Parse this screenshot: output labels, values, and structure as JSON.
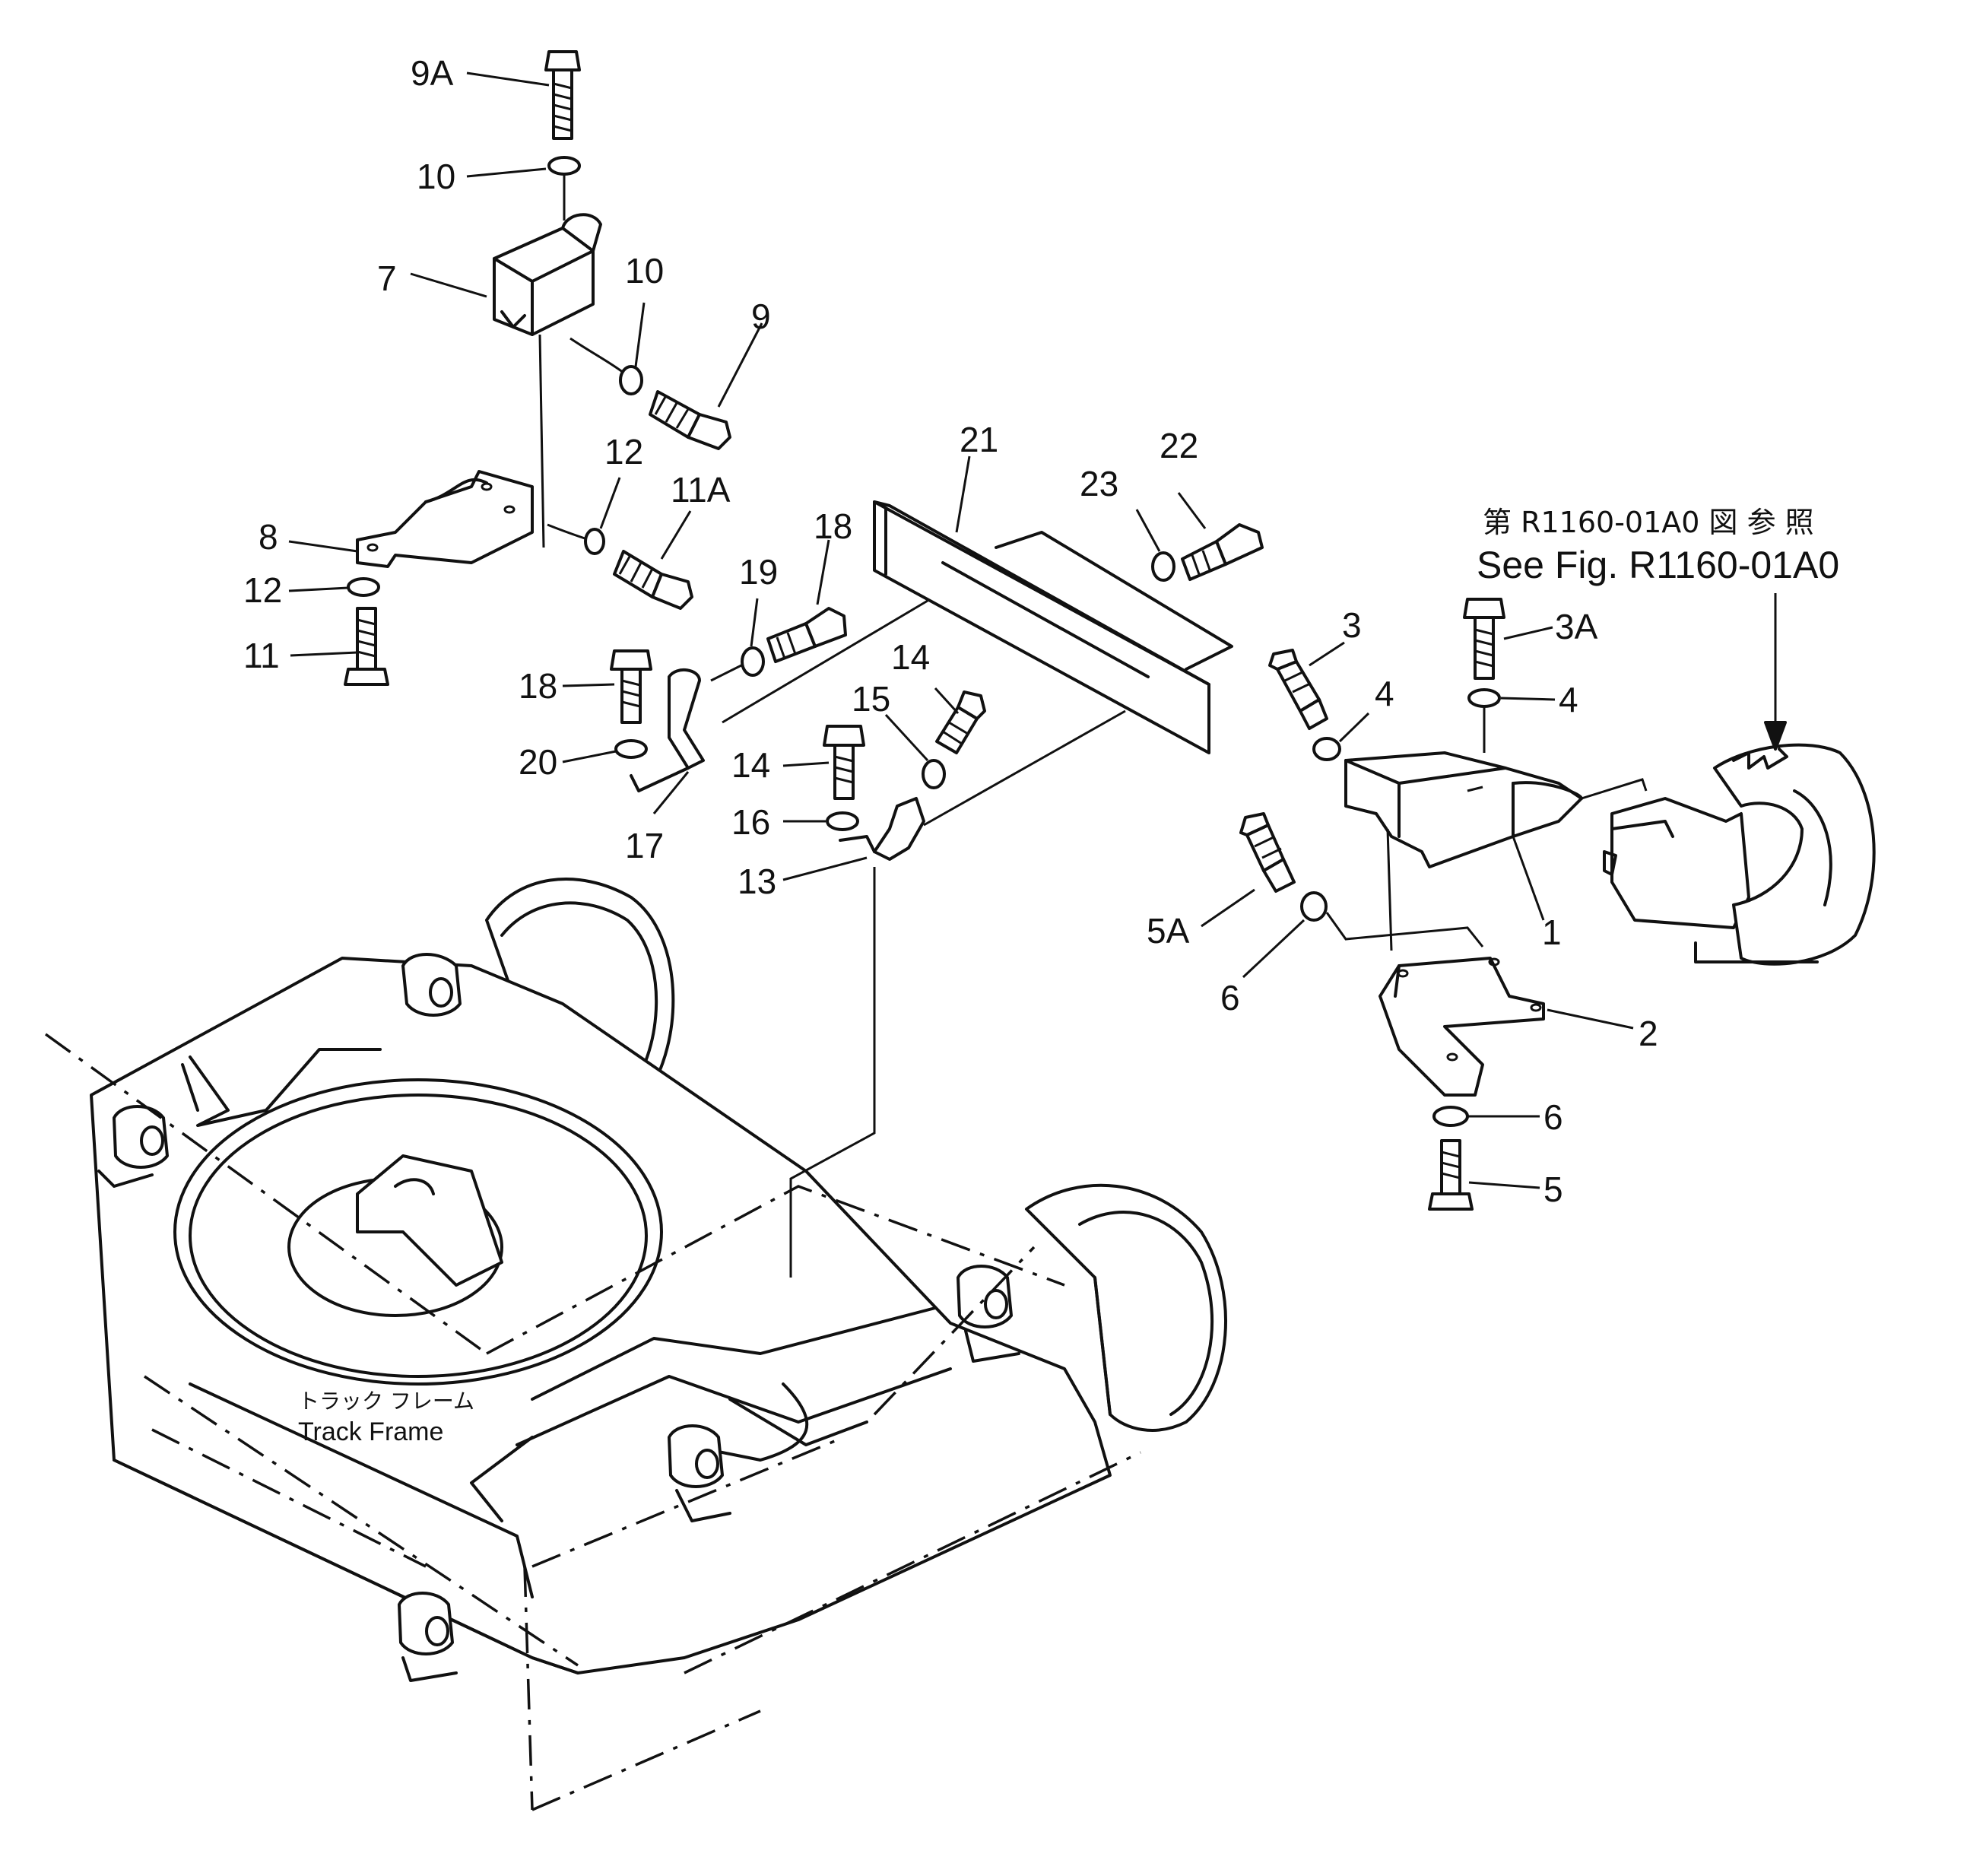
{
  "reference_note": {
    "japanese": "第 R1160-01A0 図 参 照",
    "english": "See Fig. R1160-01A0"
  },
  "track_frame": {
    "japanese": "トラック フレーム",
    "english": "Track Frame"
  },
  "callouts": {
    "c9A": "9A",
    "c10_top": "10",
    "c7": "7",
    "c10_mid": "10",
    "c9": "9",
    "c12_upper": "12",
    "c11A": "11A",
    "c8": "8",
    "c12_lower": "12",
    "c11": "11",
    "c21": "21",
    "c22": "22",
    "c23": "23",
    "c18_right": "18",
    "c19": "19",
    "c18_left": "18",
    "c20": "20",
    "c17": "17",
    "c14_right": "14",
    "c15": "15",
    "c14_left": "14",
    "c16": "16",
    "c13": "13",
    "c3": "3",
    "c3A": "3A",
    "c4_left": "4",
    "c4_right": "4",
    "c1": "1",
    "c5A": "5A",
    "c6_upper": "6",
    "c2": "2",
    "c6_lower": "6",
    "c5": "5"
  }
}
